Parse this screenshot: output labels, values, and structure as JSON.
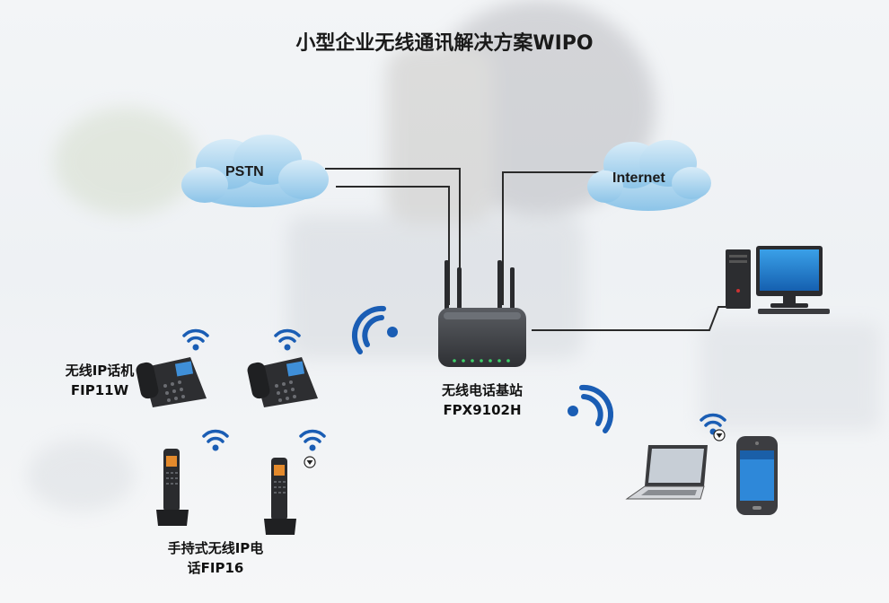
{
  "title": "小型企业无线通讯解决方案WIPO",
  "clouds": {
    "pstn": "PSTN",
    "internet": "Internet"
  },
  "devices": {
    "base_station": {
      "name": "无线电话基站",
      "model": "FPX9102H"
    },
    "ip_phone": {
      "name": "无线IP话机",
      "model": "FIP11W"
    },
    "handset": {
      "name_line1": "手持式无线IP电",
      "name_line2": "话FIP16"
    }
  },
  "colors": {
    "cloud": "#a9d4ee",
    "wifi": "#1a5db4",
    "line": "#2a2a2a",
    "monitor": "#1f7fd1"
  }
}
